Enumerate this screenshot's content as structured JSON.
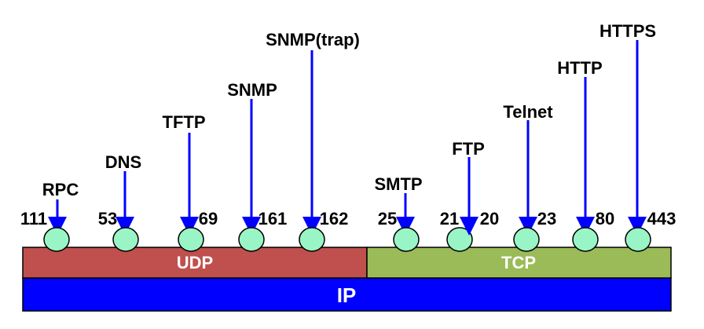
{
  "layers": {
    "udp": {
      "label": "UDP",
      "color": "#c0504d"
    },
    "tcp": {
      "label": "TCP",
      "color": "#9bbb59"
    },
    "ip": {
      "label": "IP",
      "color": "#0000ff"
    }
  },
  "port_color": "#99f5c6",
  "arrow_color": "#0000ff",
  "udp_ports": [
    {
      "port": "111",
      "protocol": "RPC"
    },
    {
      "port": "53",
      "protocol": "DNS"
    },
    {
      "port": "69",
      "protocol": "TFTP"
    },
    {
      "port": "161",
      "protocol": "SNMP"
    },
    {
      "port": "162",
      "protocol": "SNMP(trap)"
    }
  ],
  "tcp_ports": [
    {
      "port": "25",
      "protocol": "SMTP"
    },
    {
      "port": "21",
      "protocol": ""
    },
    {
      "port": "20",
      "protocol": "FTP"
    },
    {
      "port": "23",
      "protocol": "Telnet"
    },
    {
      "port": "80",
      "protocol": "HTTP"
    },
    {
      "port": "443",
      "protocol": "HTTPS"
    }
  ]
}
